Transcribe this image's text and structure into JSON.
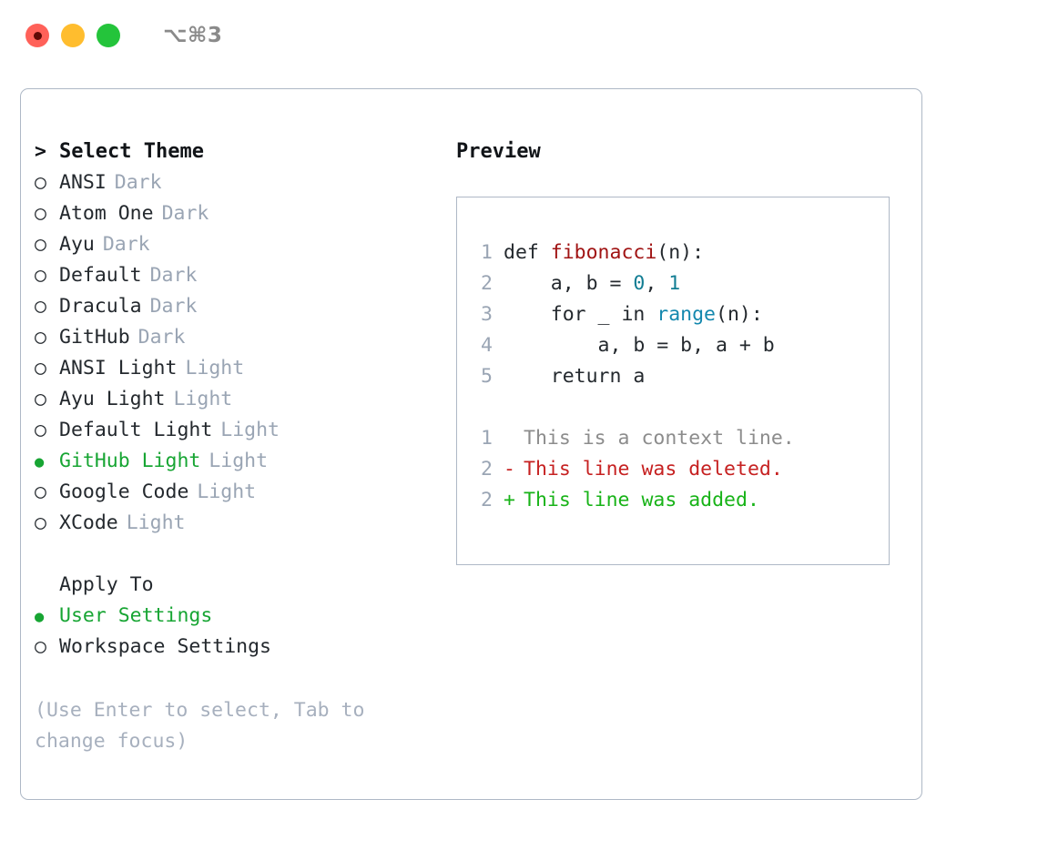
{
  "titlebar": {
    "shortcut": "⌥⌘3",
    "controls": [
      {
        "name": "close",
        "color": "#FF6159"
      },
      {
        "name": "minimize",
        "color": "#FFBD2E"
      },
      {
        "name": "maximize",
        "color": "#24C43B"
      }
    ]
  },
  "theme_picker": {
    "heading": "Select Theme",
    "heading_marker": ">",
    "items": [
      {
        "marker": "○",
        "label": "ANSI",
        "badge": "Dark",
        "selected": false
      },
      {
        "marker": "○",
        "label": "Atom One",
        "badge": "Dark",
        "selected": false
      },
      {
        "marker": "○",
        "label": "Ayu",
        "badge": "Dark",
        "selected": false
      },
      {
        "marker": "○",
        "label": "Default",
        "badge": "Dark",
        "selected": false
      },
      {
        "marker": "○",
        "label": "Dracula",
        "badge": "Dark",
        "selected": false
      },
      {
        "marker": "○",
        "label": "GitHub",
        "badge": "Dark",
        "selected": false
      },
      {
        "marker": "○",
        "label": "ANSI Light",
        "badge": "Light",
        "selected": false
      },
      {
        "marker": "○",
        "label": "Ayu Light",
        "badge": "Light",
        "selected": false
      },
      {
        "marker": "○",
        "label": "Default Light",
        "badge": "Light",
        "selected": false
      },
      {
        "marker": "●",
        "label": "GitHub Light",
        "badge": "Light",
        "selected": true
      },
      {
        "marker": "○",
        "label": "Google Code",
        "badge": "Light",
        "selected": false
      },
      {
        "marker": "○",
        "label": "XCode",
        "badge": "Light",
        "selected": false
      }
    ]
  },
  "apply_to": {
    "heading": "Apply To",
    "items": [
      {
        "marker": "●",
        "label": "User Settings",
        "selected": true
      },
      {
        "marker": "○",
        "label": "Workspace Settings",
        "selected": false
      }
    ]
  },
  "hint": "(Use Enter to select, Tab to change focus)",
  "preview": {
    "title": "Preview",
    "code_lines": [
      {
        "num": "1",
        "tokens": [
          {
            "text": "def ",
            "type": "plain"
          },
          {
            "text": "fibonacci",
            "type": "func"
          },
          {
            "text": "(n):",
            "type": "plain"
          }
        ]
      },
      {
        "num": "2",
        "tokens": [
          {
            "text": "    a, b = ",
            "type": "plain"
          },
          {
            "text": "0",
            "type": "num"
          },
          {
            "text": ", ",
            "type": "plain"
          },
          {
            "text": "1",
            "type": "num"
          }
        ]
      },
      {
        "num": "3",
        "tokens": [
          {
            "text": "    for _ in ",
            "type": "plain"
          },
          {
            "text": "range",
            "type": "builtin"
          },
          {
            "text": "(n):",
            "type": "plain"
          }
        ]
      },
      {
        "num": "4",
        "tokens": [
          {
            "text": "        a, b = b, a + b",
            "type": "plain"
          }
        ]
      },
      {
        "num": "5",
        "tokens": [
          {
            "text": "    return a",
            "type": "plain"
          }
        ]
      }
    ],
    "diff_lines": [
      {
        "num": "1",
        "sign": " ",
        "text": "This is a context line.",
        "type": "ctx"
      },
      {
        "num": "2",
        "sign": "-",
        "text": "This line was deleted.",
        "type": "del"
      },
      {
        "num": "2",
        "sign": "+",
        "text": "This line was added.",
        "type": "add"
      }
    ]
  },
  "colors": {
    "accent_green": "#17A533",
    "muted": "#9AA5B4",
    "border": "#AEB8C6",
    "diff_add": "#18B318",
    "diff_del": "#C62121",
    "code_func": "#A01313",
    "code_num": "#127D93",
    "code_builtin": "#1488AE"
  }
}
